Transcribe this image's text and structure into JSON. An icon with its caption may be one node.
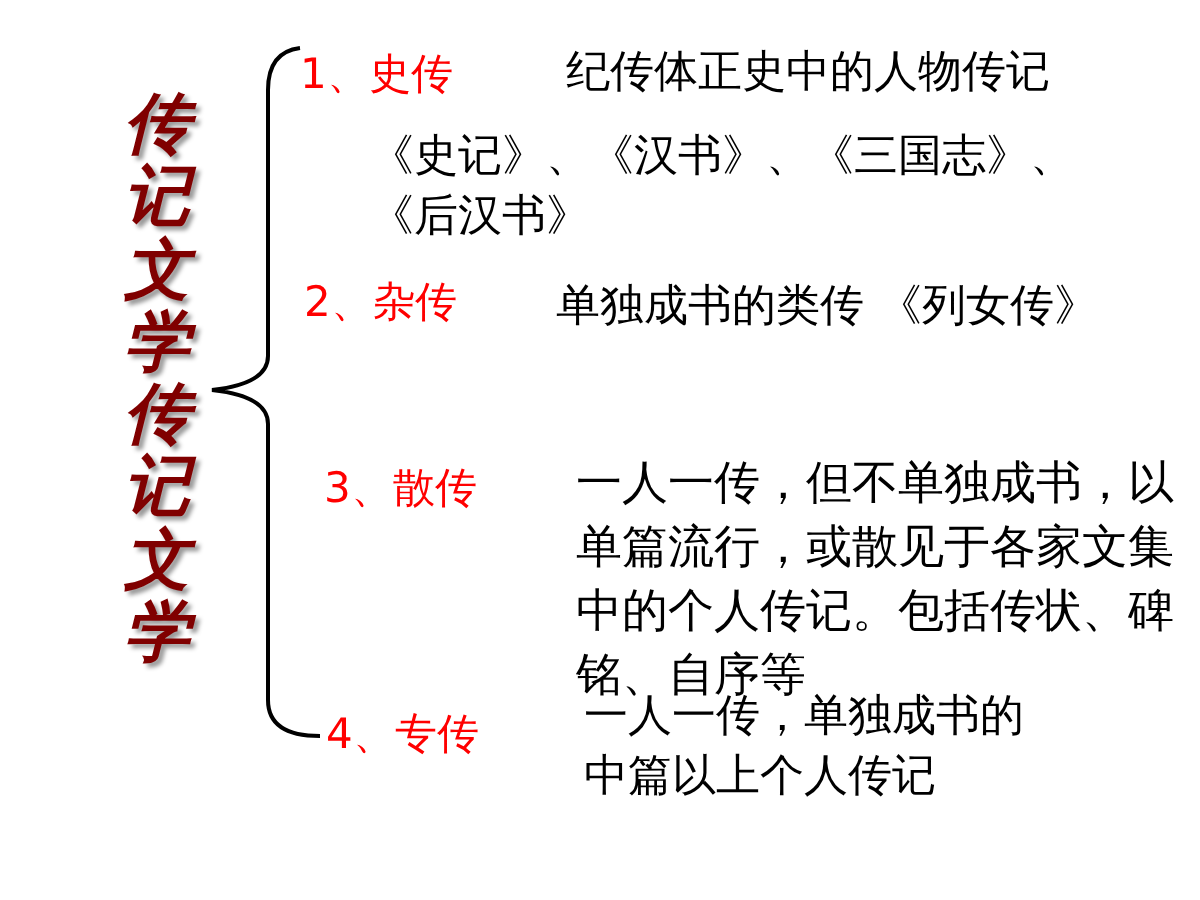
{
  "diagram": {
    "title": "传记文学传记文学",
    "labels": [
      "1、史传",
      "纪传体正史中的人物传记",
      "《史记》、《汉书》、《三国志》、《后汉书》",
      "2、杂传",
      "单独成书的类传 《列女传》",
      "3、散传",
      "一人一传，但不单独成书，以单篇流行，或散见于各家文集中的个人传记。包括传状、碑铭、自序等",
      "4、专传",
      "一人一传，单独成书的中篇以上个人传记"
    ]
  }
}
